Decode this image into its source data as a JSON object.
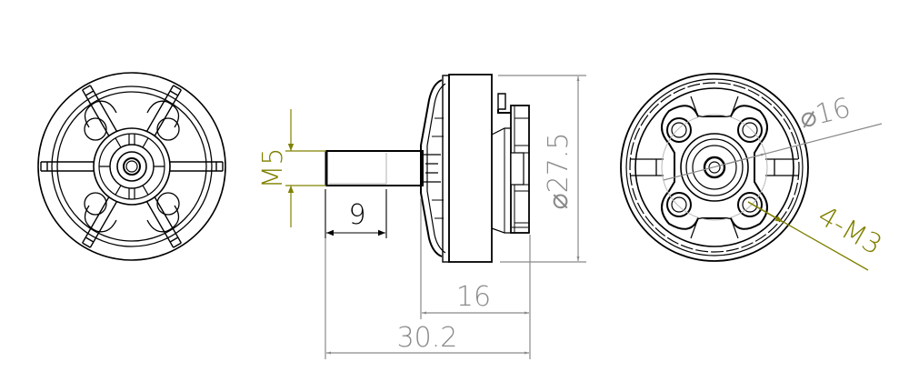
{
  "drawing": {
    "title": "Motor dimension drawing",
    "views": [
      "front-view",
      "side-view",
      "rear-view"
    ],
    "colors": {
      "outline": "#000000",
      "dimension": "#8a8a8a",
      "dimension_text": "#8a8a8a",
      "callout": "#808000",
      "centerline": "#b0b0b0"
    }
  },
  "dimensions": {
    "shaft_thread": "M5",
    "shaft_length": "9",
    "motor_length": "16",
    "overall_length": "30.2",
    "bell_diameter": "⌀27.5",
    "mount_pattern": "⌀16",
    "mount_holes": "4-M3"
  }
}
